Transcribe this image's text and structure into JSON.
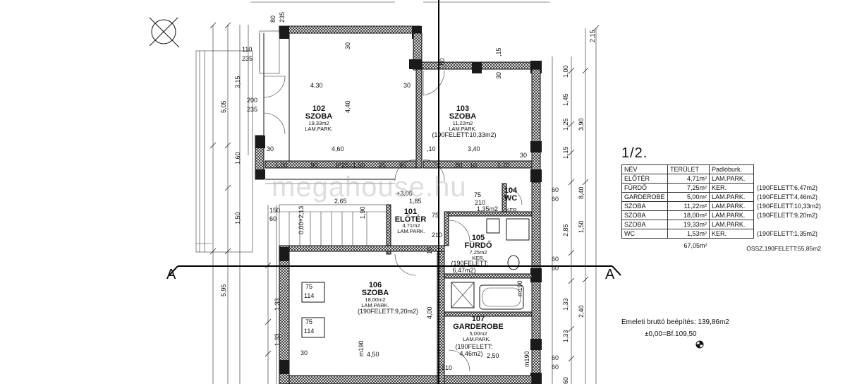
{
  "plan": {
    "rooms": [
      {
        "number": "102",
        "name": "SZOBA",
        "area": "19,33m2",
        "floor": "LAM.PARK.",
        "note": ""
      },
      {
        "number": "103",
        "name": "SZOBA",
        "area": "11,22m2",
        "floor": "LAM.PARK.",
        "note": "(190FELETT:10,33m2)"
      },
      {
        "number": "101",
        "name": "ELŐTÉR",
        "area": "4,71m2",
        "floor": "LAM.PARK.",
        "note": ""
      },
      {
        "number": "104",
        "name": "WC",
        "area": "1,35m2",
        "floor": "KER.",
        "note": ""
      },
      {
        "number": "105",
        "name": "FÜRDŐ",
        "area": "7,25m2",
        "floor": "KER.",
        "note": "(190FELETT:",
        "note2": "6,47m2)"
      },
      {
        "number": "106",
        "name": "SZOBA",
        "area": "18,00m2",
        "floor": "LAM.PARK.",
        "note": "(190FELETT:9,20m2)"
      },
      {
        "number": "107",
        "name": "GARDEROBE",
        "area": "5,00m2",
        "floor": "LAM.PARK.",
        "note": "(190FELETT:",
        "note2": "4,46m2)"
      }
    ],
    "dimensions": {
      "d_430": "4,30",
      "d_440": "4,40",
      "d_460": "4,60",
      "d_340": "3,40",
      "d_30a": "30",
      "d_30b": "30",
      "d_30c": "30",
      "d_30d": "30",
      "d_110": "110",
      "d_235a": "235",
      "d_200": "200",
      "d_235b": "235",
      "d_80": "80",
      "d_235c": "235",
      "d_10a": ",10",
      "d_100": "1,00",
      "d_90": ",90",
      "d_625": "6*25=1,50",
      "d_25": "25",
      "d_95": "95",
      "d_80b": ",80",
      "d_10b": "10",
      "d_170": "1,70",
      "d_265": "2,65",
      "d_185": "1,85",
      "d_190": "1,90",
      "d_75a": "75",
      "d_210a": "210",
      "d_75b": "75",
      "d_210b": "210",
      "d_135": "1,35m2",
      "d_60a": "60",
      "d_305": "+3,05",
      "d_150": "150",
      "d_60b": "60",
      "d_000": "0,00+2,13",
      "d_450": "4,50",
      "d_400": "4,00",
      "d_250": "2,50",
      "d_m190a": "m190",
      "d_m190b": "m190",
      "d_m190c": "m190",
      "d_210c": "210",
      "d_75c": "75",
      "d_114a": "114",
      "d_75d": "75",
      "d_114b": "114",
      "d_30e": "30",
      "l_315": "3,15",
      "l_505": "5,05",
      "l_160": "1,60",
      "l_150": "1,50",
      "l_595": "5,95",
      "l_133a": "1,33",
      "l_133b": "1,33",
      "r_100": "1,00",
      "r_145": "1,45",
      "r_390": "3,90",
      "r_125a": "1,25",
      "r_115": "1,15",
      "r_840": "8,40",
      "r_285": "2,85",
      "r_150": "1,50",
      "r_60a": "60",
      "r_60b": "60",
      "r_133a": "1,33",
      "r_240": "2,40",
      "r_133b": "1,33",
      "r_60c": "60",
      "r_60d": "60",
      "r_60e": "60",
      "r_60f": "60",
      "t_215": "2,15",
      "t_15": ",15",
      "t_30": "30",
      "t_60": ",60",
      "t_10": "10"
    },
    "axis_left": "A",
    "axis_right": "A"
  },
  "schedule": {
    "title": "1/2.",
    "headers": [
      "NÉV",
      "TERÜLET",
      "Padlóburk."
    ],
    "rows": [
      {
        "name": "ELŐTÉR",
        "area": "4,71m²",
        "floor": "LAM.PARK.",
        "note": ""
      },
      {
        "name": "FÜRDŐ",
        "area": "7,25m²",
        "floor": "KER.",
        "note": "(190FELETT:6,47m2)"
      },
      {
        "name": "GARDEROBE",
        "area": "5,00m²",
        "floor": "LAM.PARK.",
        "note": "(190FELETT:4,46m2)"
      },
      {
        "name": "SZOBA",
        "area": "11,22m²",
        "floor": "LAM.PARK.",
        "note": "(190FELETT:10,33m2)"
      },
      {
        "name": "SZOBA",
        "area": "18,00m²",
        "floor": "LAM.PARK.",
        "note": "(190FELETT:9,20m2)"
      },
      {
        "name": "SZOBA",
        "area": "19,33m²",
        "floor": "LAM.PARK.",
        "note": ""
      },
      {
        "name": "WC",
        "area": "1,53m²",
        "floor": "KER.",
        "note": "(190FELETT:1,35m2)"
      }
    ],
    "total": "67,05m²",
    "total_note": "ÖSSZ.190FELETT:55,85m2"
  },
  "meta": {
    "gross_area": "Emeleti bruttó beépítés: 139,86m2",
    "level": "±0,00=Bf.109,50"
  },
  "watermark": "megahouse.hu"
}
